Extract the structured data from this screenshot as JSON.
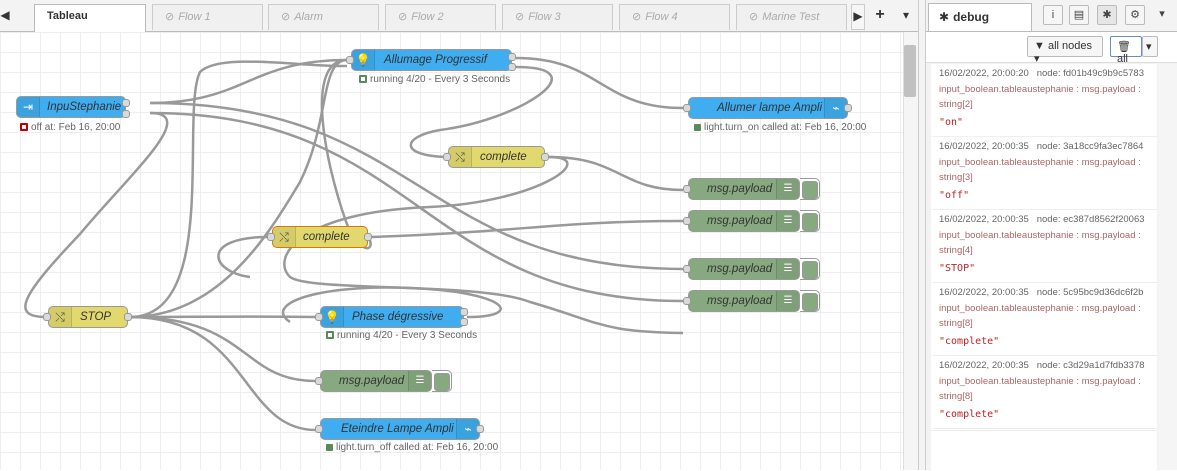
{
  "tabs": [
    {
      "label": "Tableau",
      "active": true
    },
    {
      "label": "Flow 1",
      "active": false
    },
    {
      "label": "Alarm",
      "active": false
    },
    {
      "label": "Flow 2",
      "active": false
    },
    {
      "label": "Flow 3",
      "active": false
    },
    {
      "label": "Flow 4",
      "active": false
    },
    {
      "label": "Marine Test",
      "active": false
    }
  ],
  "tabbar_controls": {
    "scroll_left": "◀",
    "scroll_right": "▶",
    "add": "+",
    "menu": "▾"
  },
  "nodes": {
    "inpustephanie": {
      "label": "InpuStephanie",
      "status": "off at: Feb 16, 20:00",
      "color": "#3fadef",
      "icon": "input-icon"
    },
    "allumage": {
      "label": "Allumage Progressif",
      "status": "running 4/20 - Every 3 Seconds",
      "color": "#3fadef",
      "icon": "bulb-icon"
    },
    "allumer_lampe": {
      "label": "Allumer lampe Ampli",
      "status": "light.turn_on called at: Feb 16, 20:00",
      "color": "#3fadef",
      "icon": "service-icon"
    },
    "complete1": {
      "label": "complete",
      "color": "#e2d96e",
      "icon": "shuffle-icon"
    },
    "complete2": {
      "label": "complete",
      "color": "#e2d96e",
      "icon": "shuffle-icon"
    },
    "stop": {
      "label": "STOP",
      "color": "#e2d96e",
      "icon": "shuffle-icon"
    },
    "phase": {
      "label": "Phase dégressive",
      "status": "running 4/20 - Every 3 Seconds",
      "color": "#3fadef",
      "icon": "bulb-icon"
    },
    "eteindre": {
      "label": "Eteindre Lampe Ampli",
      "status": "light.turn_off called at: Feb 16, 20:00",
      "color": "#3fadef",
      "icon": "service-icon"
    },
    "debug1": {
      "label": "msg.payload",
      "color": "#87a980"
    },
    "debug2": {
      "label": "msg.payload",
      "color": "#87a980"
    },
    "debug3": {
      "label": "msg.payload",
      "color": "#87a980"
    },
    "debug4": {
      "label": "msg.payload",
      "color": "#87a980"
    },
    "debug5": {
      "label": "msg.payload",
      "color": "#87a980"
    }
  },
  "status_colors": {
    "red": "#c00000",
    "green": "#5a8a5a"
  },
  "sidebar": {
    "tab_label": "debug",
    "icons": [
      "info-icon",
      "book-icon",
      "bug-icon",
      "gear-icon",
      "chevron-down-icon"
    ],
    "filter_label": "all nodes",
    "clear_label": "all",
    "messages": [
      {
        "time": "16/02/2022, 20:00:20",
        "node": "node: fd01b49c9b9c5783",
        "topic": "input_boolean.tableaustephanie : msg.payload :",
        "type": "string[2]",
        "value": "\"on\""
      },
      {
        "time": "16/02/2022, 20:00:35",
        "node": "node: 3a18cc9fa3ec7864",
        "topic": "input_boolean.tableaustephanie : msg.payload :",
        "type": "string[3]",
        "value": "\"off\""
      },
      {
        "time": "16/02/2022, 20:00:35",
        "node": "node: ec387d8562f20063",
        "topic": "input_boolean.tableaustephanie : msg.payload :",
        "type": "string[4]",
        "value": "\"STOP\""
      },
      {
        "time": "16/02/2022, 20:00:35",
        "node": "node: 5c95bc9d36dc6f2b",
        "topic": "input_boolean.tableaustephanie : msg.payload :",
        "type": "string[8]",
        "value": "\"complete\""
      },
      {
        "time": "16/02/2022, 20:00:35",
        "node": "node: c3d29a1d7fdb3378",
        "topic": "input_boolean.tableaustephanie : msg.payload :",
        "type": "string[8]",
        "value": "\"complete\""
      }
    ]
  }
}
